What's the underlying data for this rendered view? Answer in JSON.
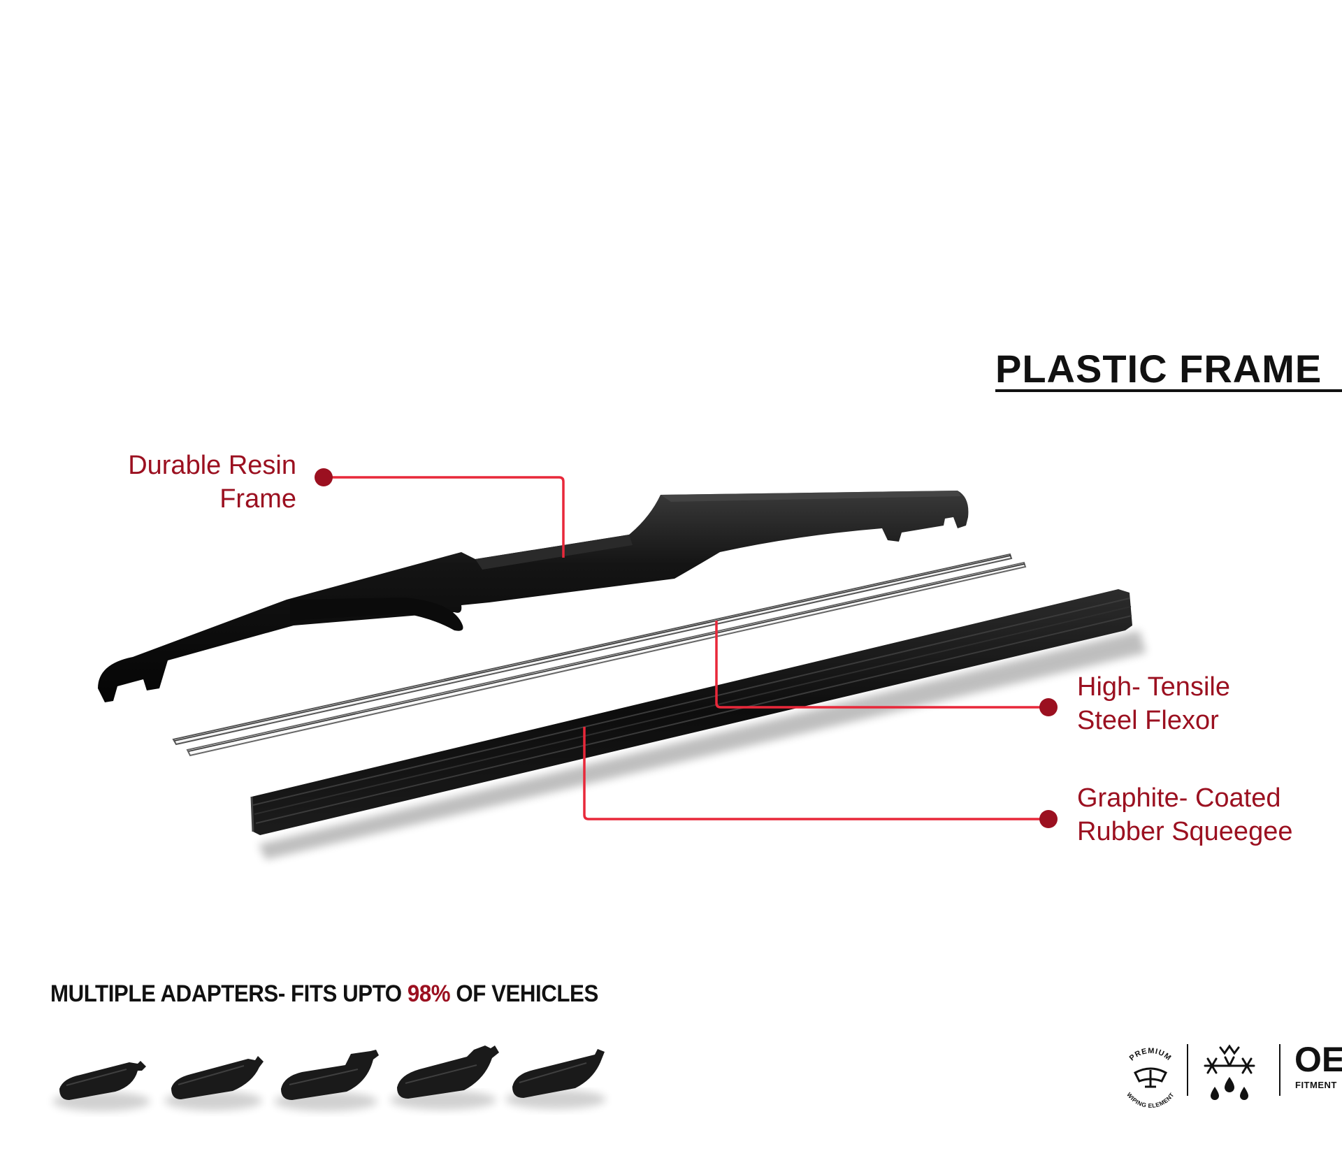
{
  "title": "PLASTIC FRAME",
  "callouts": {
    "resin": {
      "line1": "Durable Resin",
      "line2": "Frame"
    },
    "steel": {
      "line1": "High- Tensile",
      "line2": "Steel Flexor"
    },
    "rubber": {
      "line1": "Graphite- Coated",
      "line2": "Rubber Squeegee"
    }
  },
  "adapters": {
    "prefix": "MULTIPLE ADAPTERS- FITS UPTO ",
    "highlight": "98%",
    "suffix": " OF VEHICLES",
    "count": 5
  },
  "badges": {
    "premium_top": "PREMIUM",
    "premium_bottom": "WIPING ELEMENT",
    "oe": "OE",
    "oe_sub": "FITMENT"
  },
  "colors": {
    "accent": "#9b1020",
    "line": "#e8283a",
    "text": "#111111",
    "part": "#151515"
  },
  "icons": [
    "premium-wiping-element-icon",
    "snowflake-rain-icon",
    "oe-fitment-icon"
  ]
}
